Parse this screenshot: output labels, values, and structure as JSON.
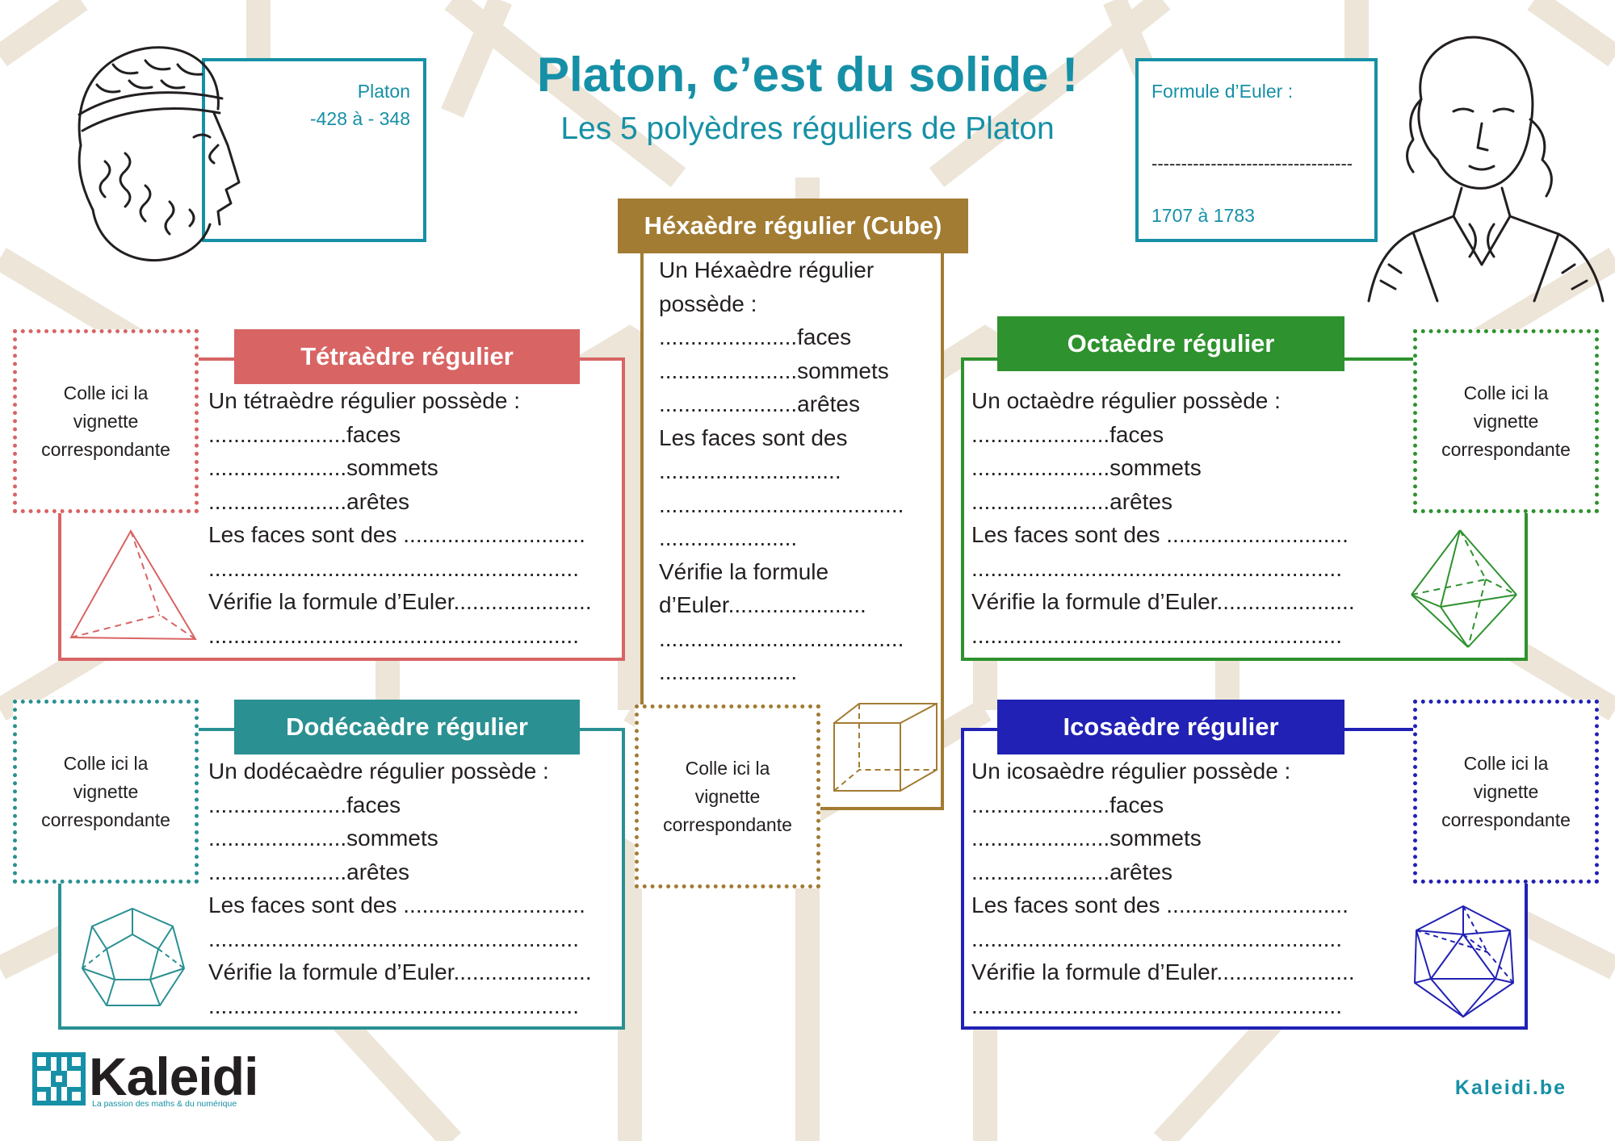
{
  "title": "Platon, c’est du solide !",
  "subtitle": "Les 5 polyèdres réguliers de Platon",
  "platon": {
    "name": "Platon",
    "dates": "-428 à - 348"
  },
  "euler": {
    "label": "Formule d’Euler :",
    "blank": "----------------------------------",
    "dates": "1707 à 1783"
  },
  "vignette_text": "Colle ici la vignette correspondante",
  "colors": {
    "title": "#1690a6",
    "tetra": "#d86464",
    "cube": "#a27c33",
    "octa": "#2e922e",
    "dodeca": "#2a9092",
    "icosa": "#2121b5"
  },
  "tetra": {
    "title": "Tétraèdre régulier",
    "lines": [
      "Un tétraèdre régulier possède :",
      "......................faces",
      "......................sommets",
      "......................arêtes",
      "Les faces sont des .............................",
      "...........................................................",
      "Vérifie la formule d’Euler......................",
      "..........................................................."
    ]
  },
  "cube": {
    "title": "Héxaèdre régulier (Cube)",
    "lines": [
      "Un Héxaèdre régulier",
      "possède :",
      "......................faces",
      "......................sommets",
      "......................arêtes",
      "Les faces sont des",
      ".............................",
      ".......................................",
      "......................",
      "Vérifie la formule",
      "d’Euler......................",
      ".......................................",
      "......................"
    ]
  },
  "octa": {
    "title": "Octaèdre régulier",
    "lines": [
      "Un octaèdre régulier possède :",
      "......................faces",
      "......................sommets",
      "......................arêtes",
      "Les faces sont des .............................",
      "...........................................................",
      "Vérifie la formule d’Euler......................",
      "..........................................................."
    ]
  },
  "dodeca": {
    "title": "Dodécaèdre régulier",
    "lines": [
      "Un dodécaèdre régulier possède :",
      "......................faces",
      "......................sommets",
      "......................arêtes",
      "Les faces sont des .............................",
      "...........................................................",
      "Vérifie la formule d’Euler......................",
      "..........................................................."
    ]
  },
  "icosa": {
    "title": "Icosaèdre régulier",
    "lines": [
      "Un icosaèdre régulier possède :",
      "......................faces",
      "......................sommets",
      "......................arêtes",
      "Les faces sont des .............................",
      "...........................................................",
      "Vérifie la formule d’Euler......................",
      "..........................................................."
    ]
  },
  "footer": {
    "logo": "Kaleidi",
    "tagline": "La passion des maths & du numérique",
    "site": "Kaleidi.be"
  }
}
